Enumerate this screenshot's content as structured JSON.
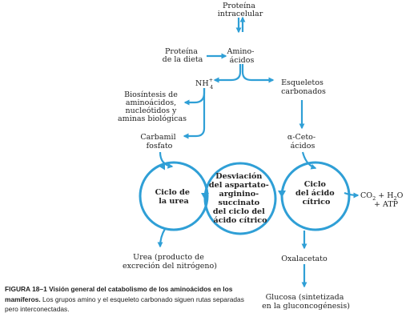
{
  "colors": {
    "arrow": "#2f9fd6",
    "text": "#222222"
  },
  "labels": {
    "proteina_intracelular": [
      "Proteína",
      "intracelular"
    ],
    "proteina_dieta": [
      "Proteína",
      "de la dieta"
    ],
    "aminoacidos": [
      "Amino-",
      "ácidos"
    ],
    "nh4": "NH",
    "nh4_sup": "+",
    "nh4_sub": "4",
    "esqueletos": [
      "Esqueletos",
      "carbonados"
    ],
    "biosintesis": [
      "Biosíntesis de",
      "aminoácidos,",
      "nucleótidos y",
      "aminas biológicas"
    ],
    "carbamil": [
      "Carbamil",
      "fosfato"
    ],
    "cetoacidos": [
      "α-Ceto-",
      "ácidos"
    ],
    "ciclo_urea": [
      "Ciclo de",
      "la urea"
    ],
    "desviacion": [
      "Desviación",
      "del aspartato-",
      "arginino-",
      "succinato",
      "del ciclo del",
      "ácido cítrico"
    ],
    "ciclo_citrico": [
      "Ciclo",
      "del ácido",
      "cítrico"
    ],
    "co2": "CO",
    "co2_sub": "2",
    "co2_plus": " + H",
    "h2o_sub": "2",
    "h2o_o": "O",
    "atp": "+ ATP",
    "urea": [
      "Urea (producto de",
      "excreción del nitrógeno)"
    ],
    "oxalacetato": "Oxalacetato",
    "glucosa": [
      "Glucosa (sintetizada",
      "en la gluconcogénesis)"
    ]
  },
  "caption": {
    "label": "FIGURA 18–1",
    "title": "Visión general del catabolismo de los aminoácidos en los mamíferos.",
    "body": "Los grupos amino y el esqueleto carbonado siguen rutas separadas pero interconectadas."
  }
}
